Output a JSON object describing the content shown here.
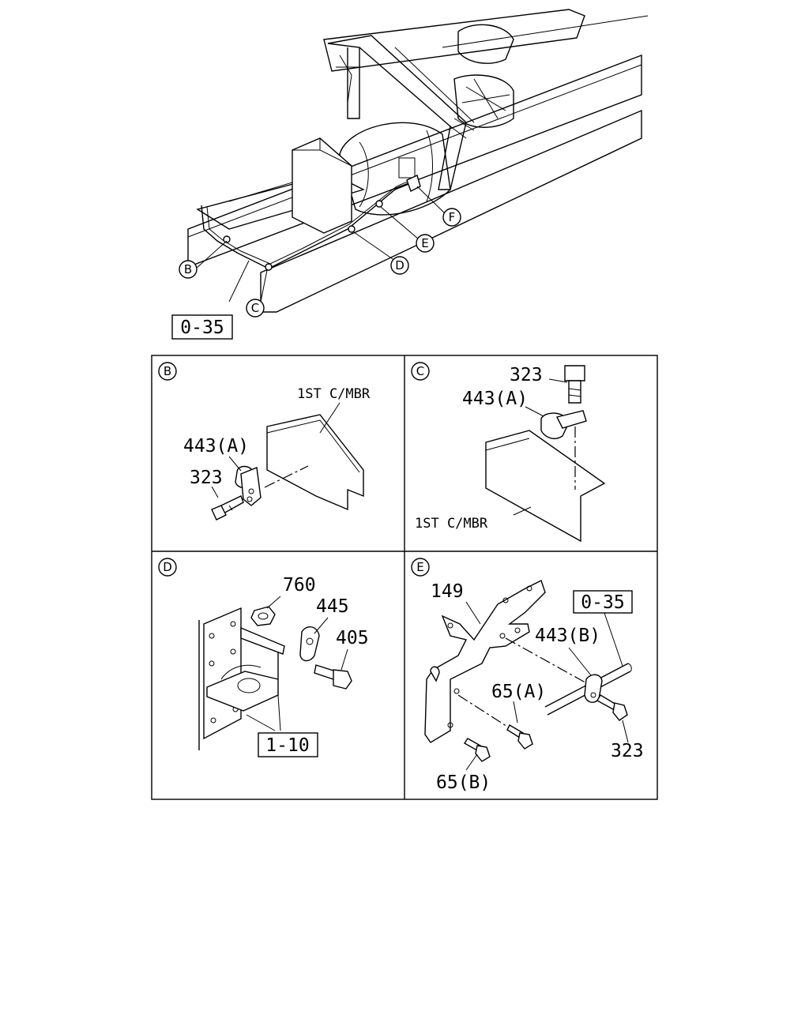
{
  "overview": {
    "callouts": {
      "b": "B",
      "c": "C",
      "d": "D",
      "e": "E",
      "f": "F"
    },
    "ref_box": "0-35"
  },
  "panel_b": {
    "letter": "B",
    "member_label": "1ST C/MBR",
    "clip": "443(A)",
    "bolt": "323"
  },
  "panel_c": {
    "letter": "C",
    "bolt": "323",
    "clip": "443(A)",
    "member_label": "1ST C/MBR"
  },
  "panel_d": {
    "letter": "D",
    "nut": "760",
    "clip": "445",
    "bolt": "405",
    "ref_box": "1-10"
  },
  "panel_e": {
    "letter": "E",
    "bracket": "149",
    "ref_box": "0-35",
    "clip": "443(B)",
    "bolt_a": "65(A)",
    "bolt_b": "65(B)",
    "bolt": "323"
  }
}
